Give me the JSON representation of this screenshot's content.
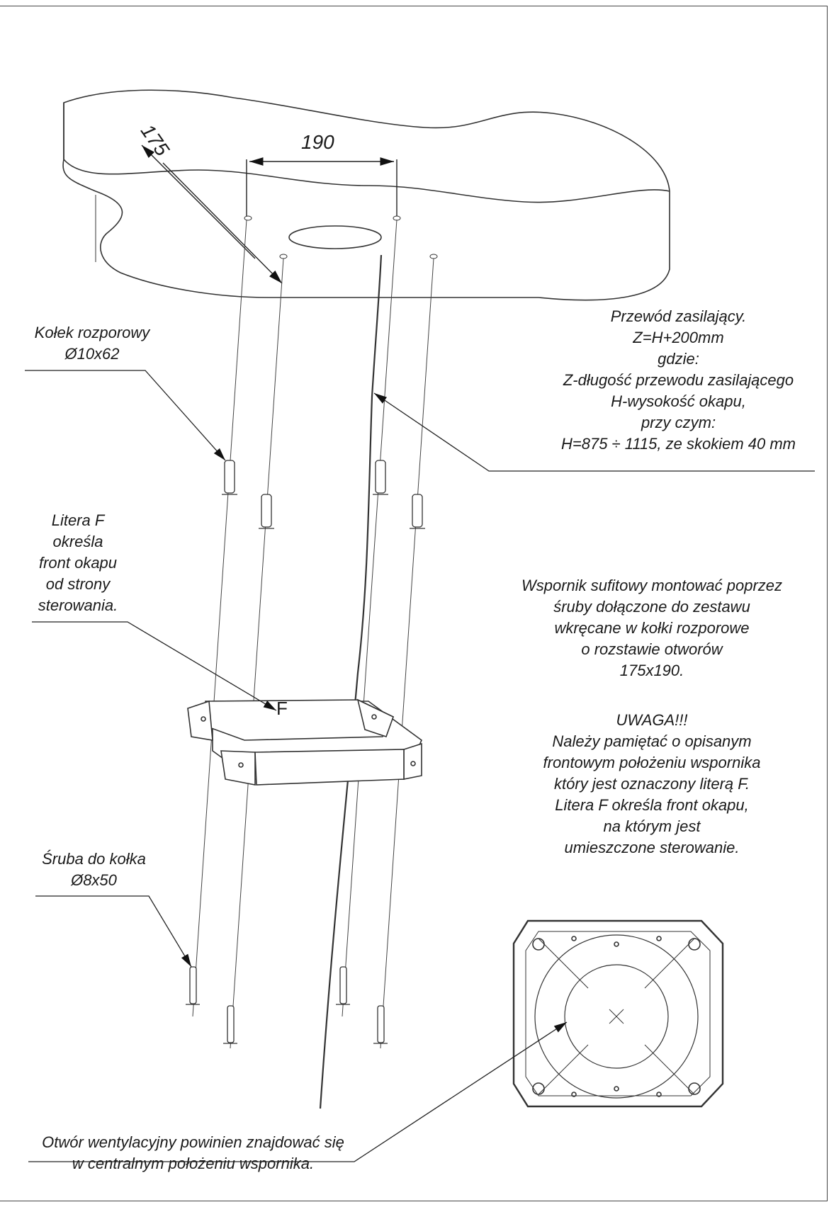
{
  "dimensions": {
    "depth": "175",
    "width": "190"
  },
  "labels": {
    "anchor_1": "Kołek rozporowy",
    "anchor_2": "Ø10x62",
    "letter_f_1": "Litera F",
    "letter_f_2": "określa",
    "letter_f_3": "front okapu",
    "letter_f_4": "od strony",
    "letter_f_5": "sterowania.",
    "screw_1": "Śruba do kołka",
    "screw_2": "Ø8x50",
    "vent_1": "Otwór wentylacyjny powinien znajdować się",
    "vent_2": "w centralnym położeniu wspornika."
  },
  "cable": [
    "Przewód zasilający.",
    "Z=H+200mm",
    "gdzie:",
    "Z-długość przewodu zasilającego",
    "H-wysokość okapu,",
    "przy czym:",
    "H=875 ÷ 1115, ze skokiem 40 mm"
  ],
  "mounting": [
    "Wspornik sufitowy montować poprzez",
    "śruby dołączone do zestawu",
    "wkręcane w kołki rozporowe",
    "o rozstawie otworów",
    "175x190."
  ],
  "warning": [
    "UWAGA!!!",
    "Należy pamiętać o opisanym",
    "frontowym położeniu wspornika",
    "który jest oznaczony literą F.",
    "Litera F określa front okapu,",
    "na którym jest",
    "umieszczone sterowanie."
  ],
  "bracket_letter": "F",
  "colors": {
    "line": "#2a2a2a",
    "thin": "#555555"
  }
}
